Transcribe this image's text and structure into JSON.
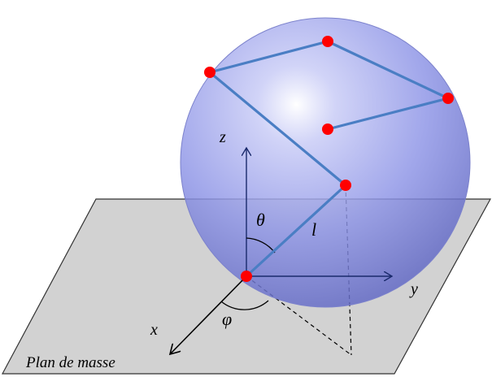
{
  "plane_label": "Plan de masse",
  "axes": {
    "x": "x",
    "y": "y",
    "z": "z"
  },
  "symbols": {
    "theta": "θ",
    "phi": "φ",
    "length": "l"
  },
  "colors": {
    "plane_fill": "#d2d2d2",
    "plane_stroke": "#333333",
    "sphere": "#8c95ea",
    "chain": "#4a7ec4",
    "node": "#ff0000",
    "axis": "#1a2a6c"
  }
}
